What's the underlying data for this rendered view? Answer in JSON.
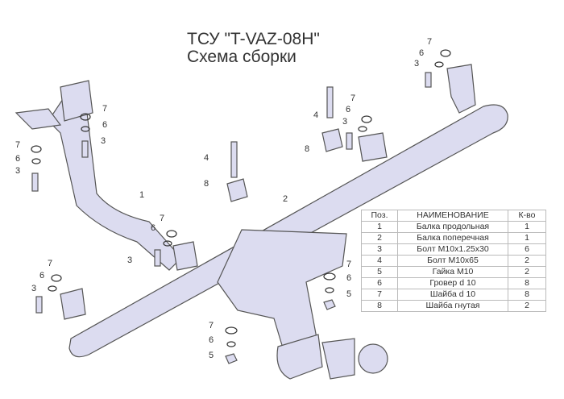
{
  "title": {
    "line1": "ТСУ \"T-VAZ-08H\"",
    "line2": "Схема сборки"
  },
  "colors": {
    "part_fill": "#dcdcf0",
    "outline": "#555555",
    "text": "#333333"
  },
  "callouts": [
    "7",
    "6",
    "3",
    "7",
    "6",
    "3",
    "7",
    "6",
    "3",
    "4",
    "7",
    "6",
    "3",
    "8",
    "4",
    "8",
    "1",
    "2",
    "7",
    "6",
    "3",
    "7",
    "6",
    "3",
    "7",
    "6",
    "5",
    "7",
    "6",
    "5"
  ],
  "table": {
    "headers": [
      "Поз.",
      "НАИМЕНОВАНИЕ",
      "К-во"
    ],
    "rows": [
      [
        "1",
        "Балка продольная",
        "1"
      ],
      [
        "2",
        "Балка поперечная",
        "1"
      ],
      [
        "3",
        "Болт М10х1.25х30",
        "6"
      ],
      [
        "4",
        "Болт М10х65",
        "2"
      ],
      [
        "5",
        "Гайка  М10",
        "2"
      ],
      [
        "6",
        "Гровер d 10",
        "8"
      ],
      [
        "7",
        "Шайба d 10",
        "8"
      ],
      [
        "8",
        "Шайба гнутая",
        "2"
      ]
    ]
  }
}
